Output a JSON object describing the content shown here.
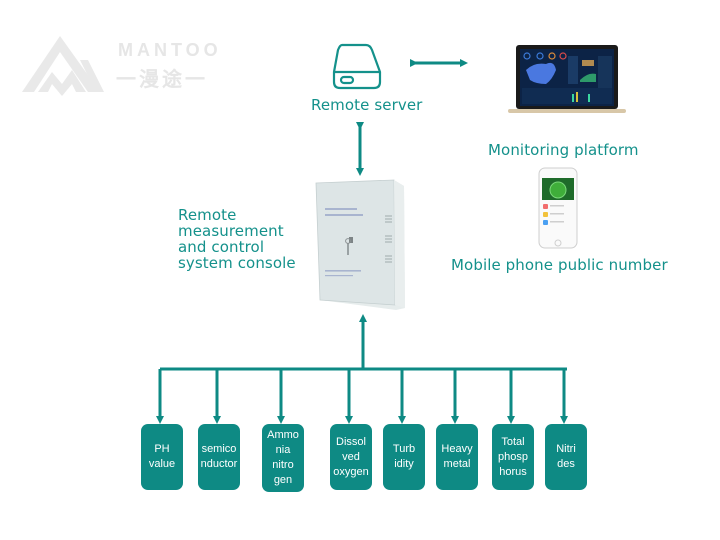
{
  "colors": {
    "accent": "#0e8a84",
    "label": "#14918b",
    "watermark": "#e6e6e6"
  },
  "watermark": {
    "en": "MANTOO",
    "cn": "一漫途一",
    "icon": "mountain-logo-icon"
  },
  "nodes": {
    "server": {
      "label": "Remote server",
      "icon": "server-drive-icon"
    },
    "monitoring": {
      "label": "Monitoring platform",
      "icon": "laptop-dashboard-icon"
    },
    "mobile": {
      "label": "Mobile phone public number",
      "icon": "smartphone-app-icon"
    },
    "console": {
      "label": "Remote\nmeasurement\nand control\nsystem console",
      "label_lines": [
        "Remote",
        "measurement",
        "and control",
        "system console"
      ],
      "icon": "control-cabinet-icon"
    }
  },
  "sensors": [
    {
      "label": "PH\nvalue"
    },
    {
      "label": "semico\nnductor"
    },
    {
      "label": "Ammo\nnia\nnitro\ngen"
    },
    {
      "label": "Dissol\nved\noxygen"
    },
    {
      "label": "Turb\nidity"
    },
    {
      "label": "Heavy\nmetal"
    },
    {
      "label": "Total\nphosp\nhorus"
    },
    {
      "label": "Nitri\ndes"
    }
  ]
}
